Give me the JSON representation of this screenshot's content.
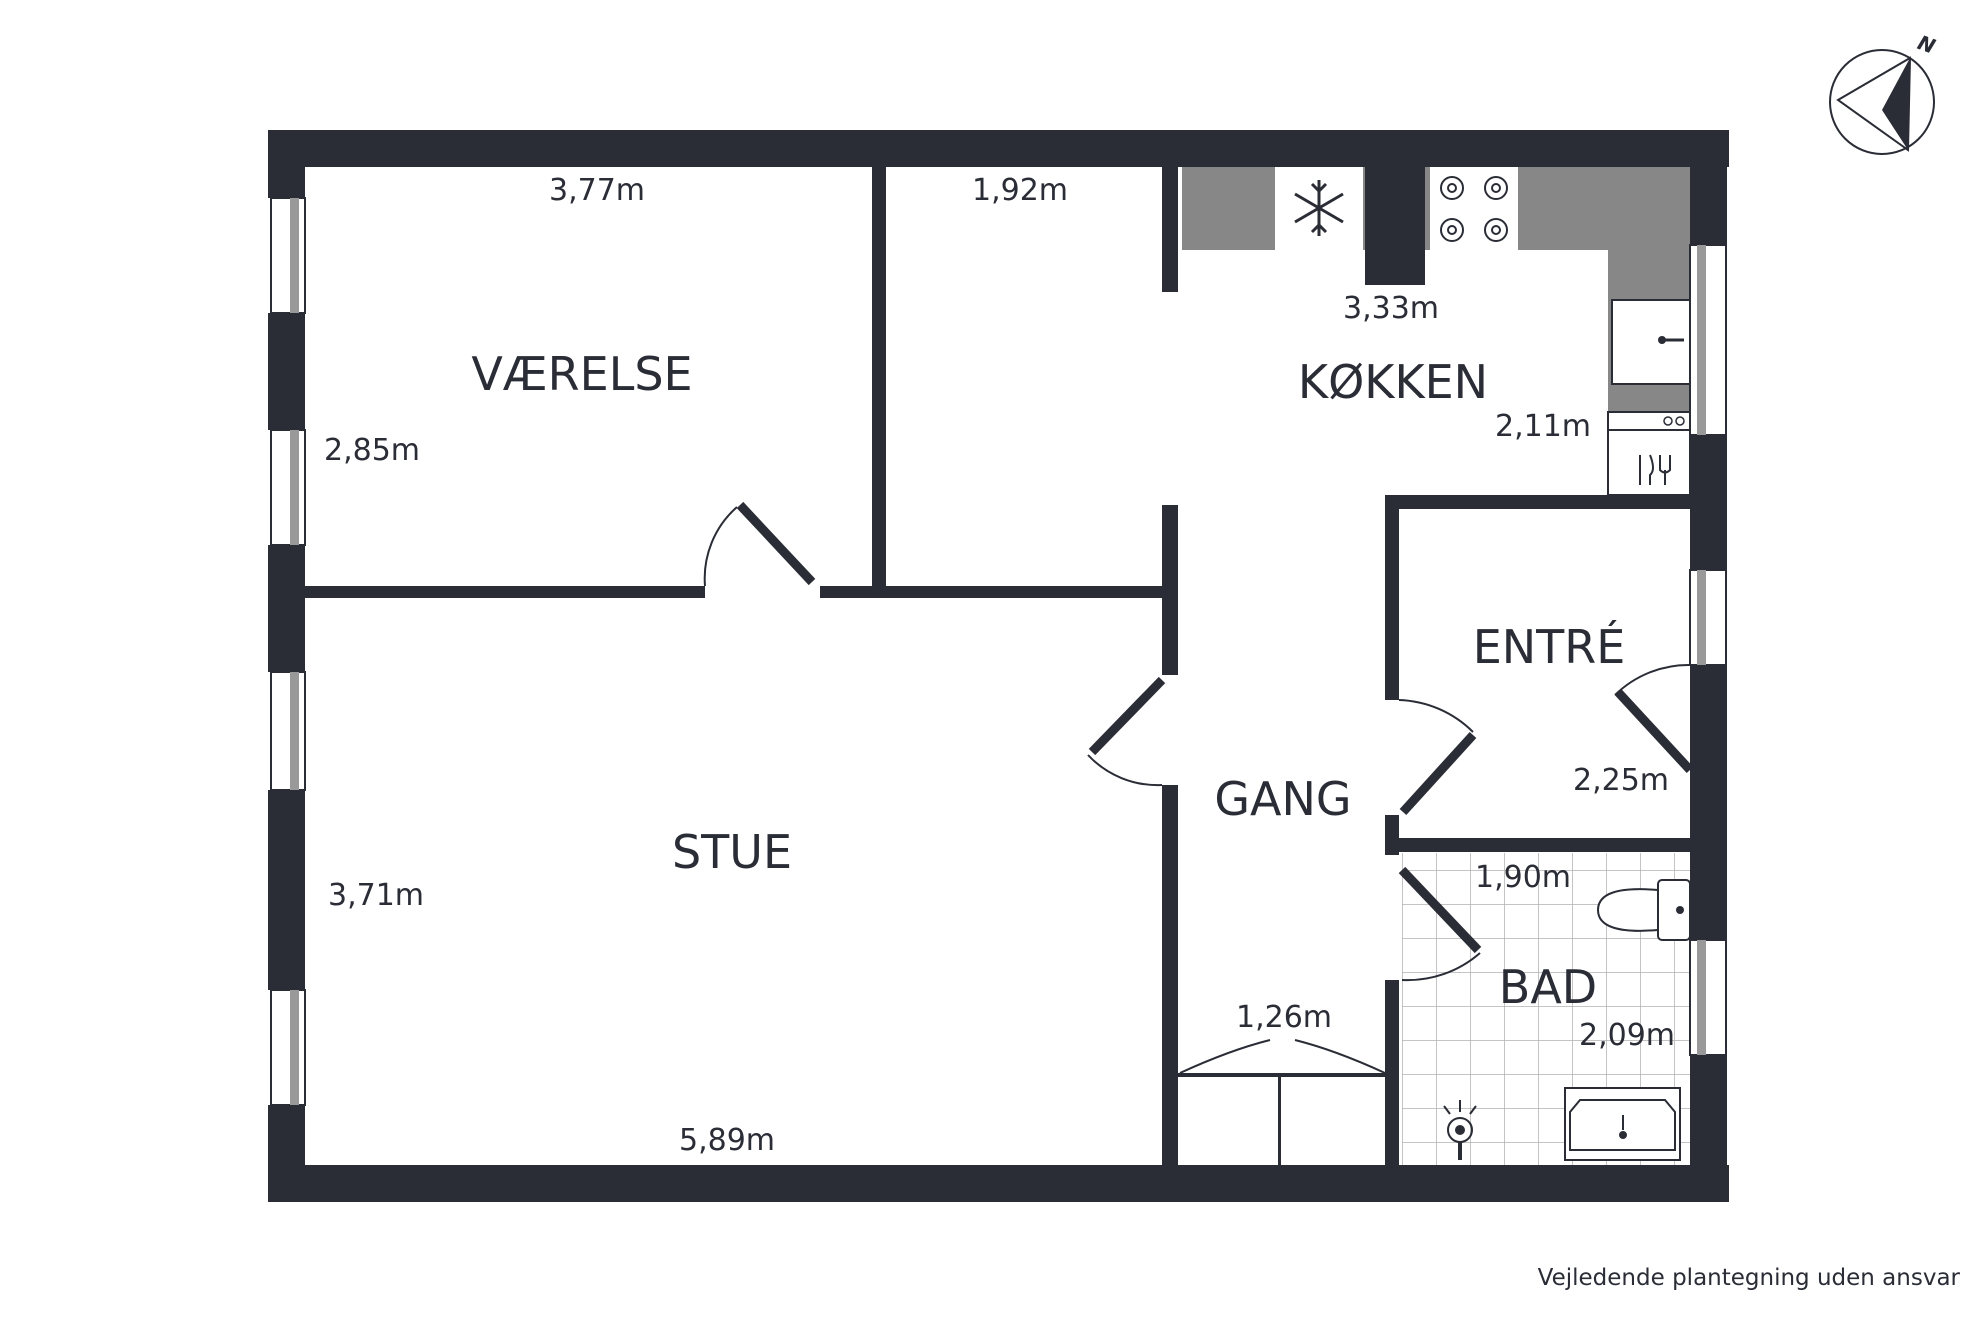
{
  "rooms": {
    "vaerelse": "VÆRELSE",
    "koekken": "KØKKEN",
    "entre": "ENTRÉ",
    "gang": "GANG",
    "stue": "STUE",
    "bad": "BAD"
  },
  "dimensions": {
    "vaerelse_width": "3,77m",
    "vaerelse_height": "2,85m",
    "koekken_top": "1,92m",
    "koekken_width": "3,33m",
    "koekken_height": "2,11m",
    "entre_height": "2,25m",
    "bad_width": "1,90m",
    "bad_height": "2,09m",
    "gang_width": "1,26m",
    "stue_height": "3,71m",
    "stue_width": "5,89m"
  },
  "compass": {
    "north": "N"
  },
  "disclaimer": "Vejledende plantegning uden ansvar",
  "colors": {
    "wall": "#2a2c36",
    "counter": "#878787",
    "window": "#999999",
    "tile_line": "#b0b0b0"
  },
  "icons": [
    "compass-icon",
    "snowflake-icon",
    "stove-icon",
    "sink-icon",
    "dishwasher-icon",
    "toilet-icon",
    "washbasin-icon",
    "shower-icon"
  ]
}
